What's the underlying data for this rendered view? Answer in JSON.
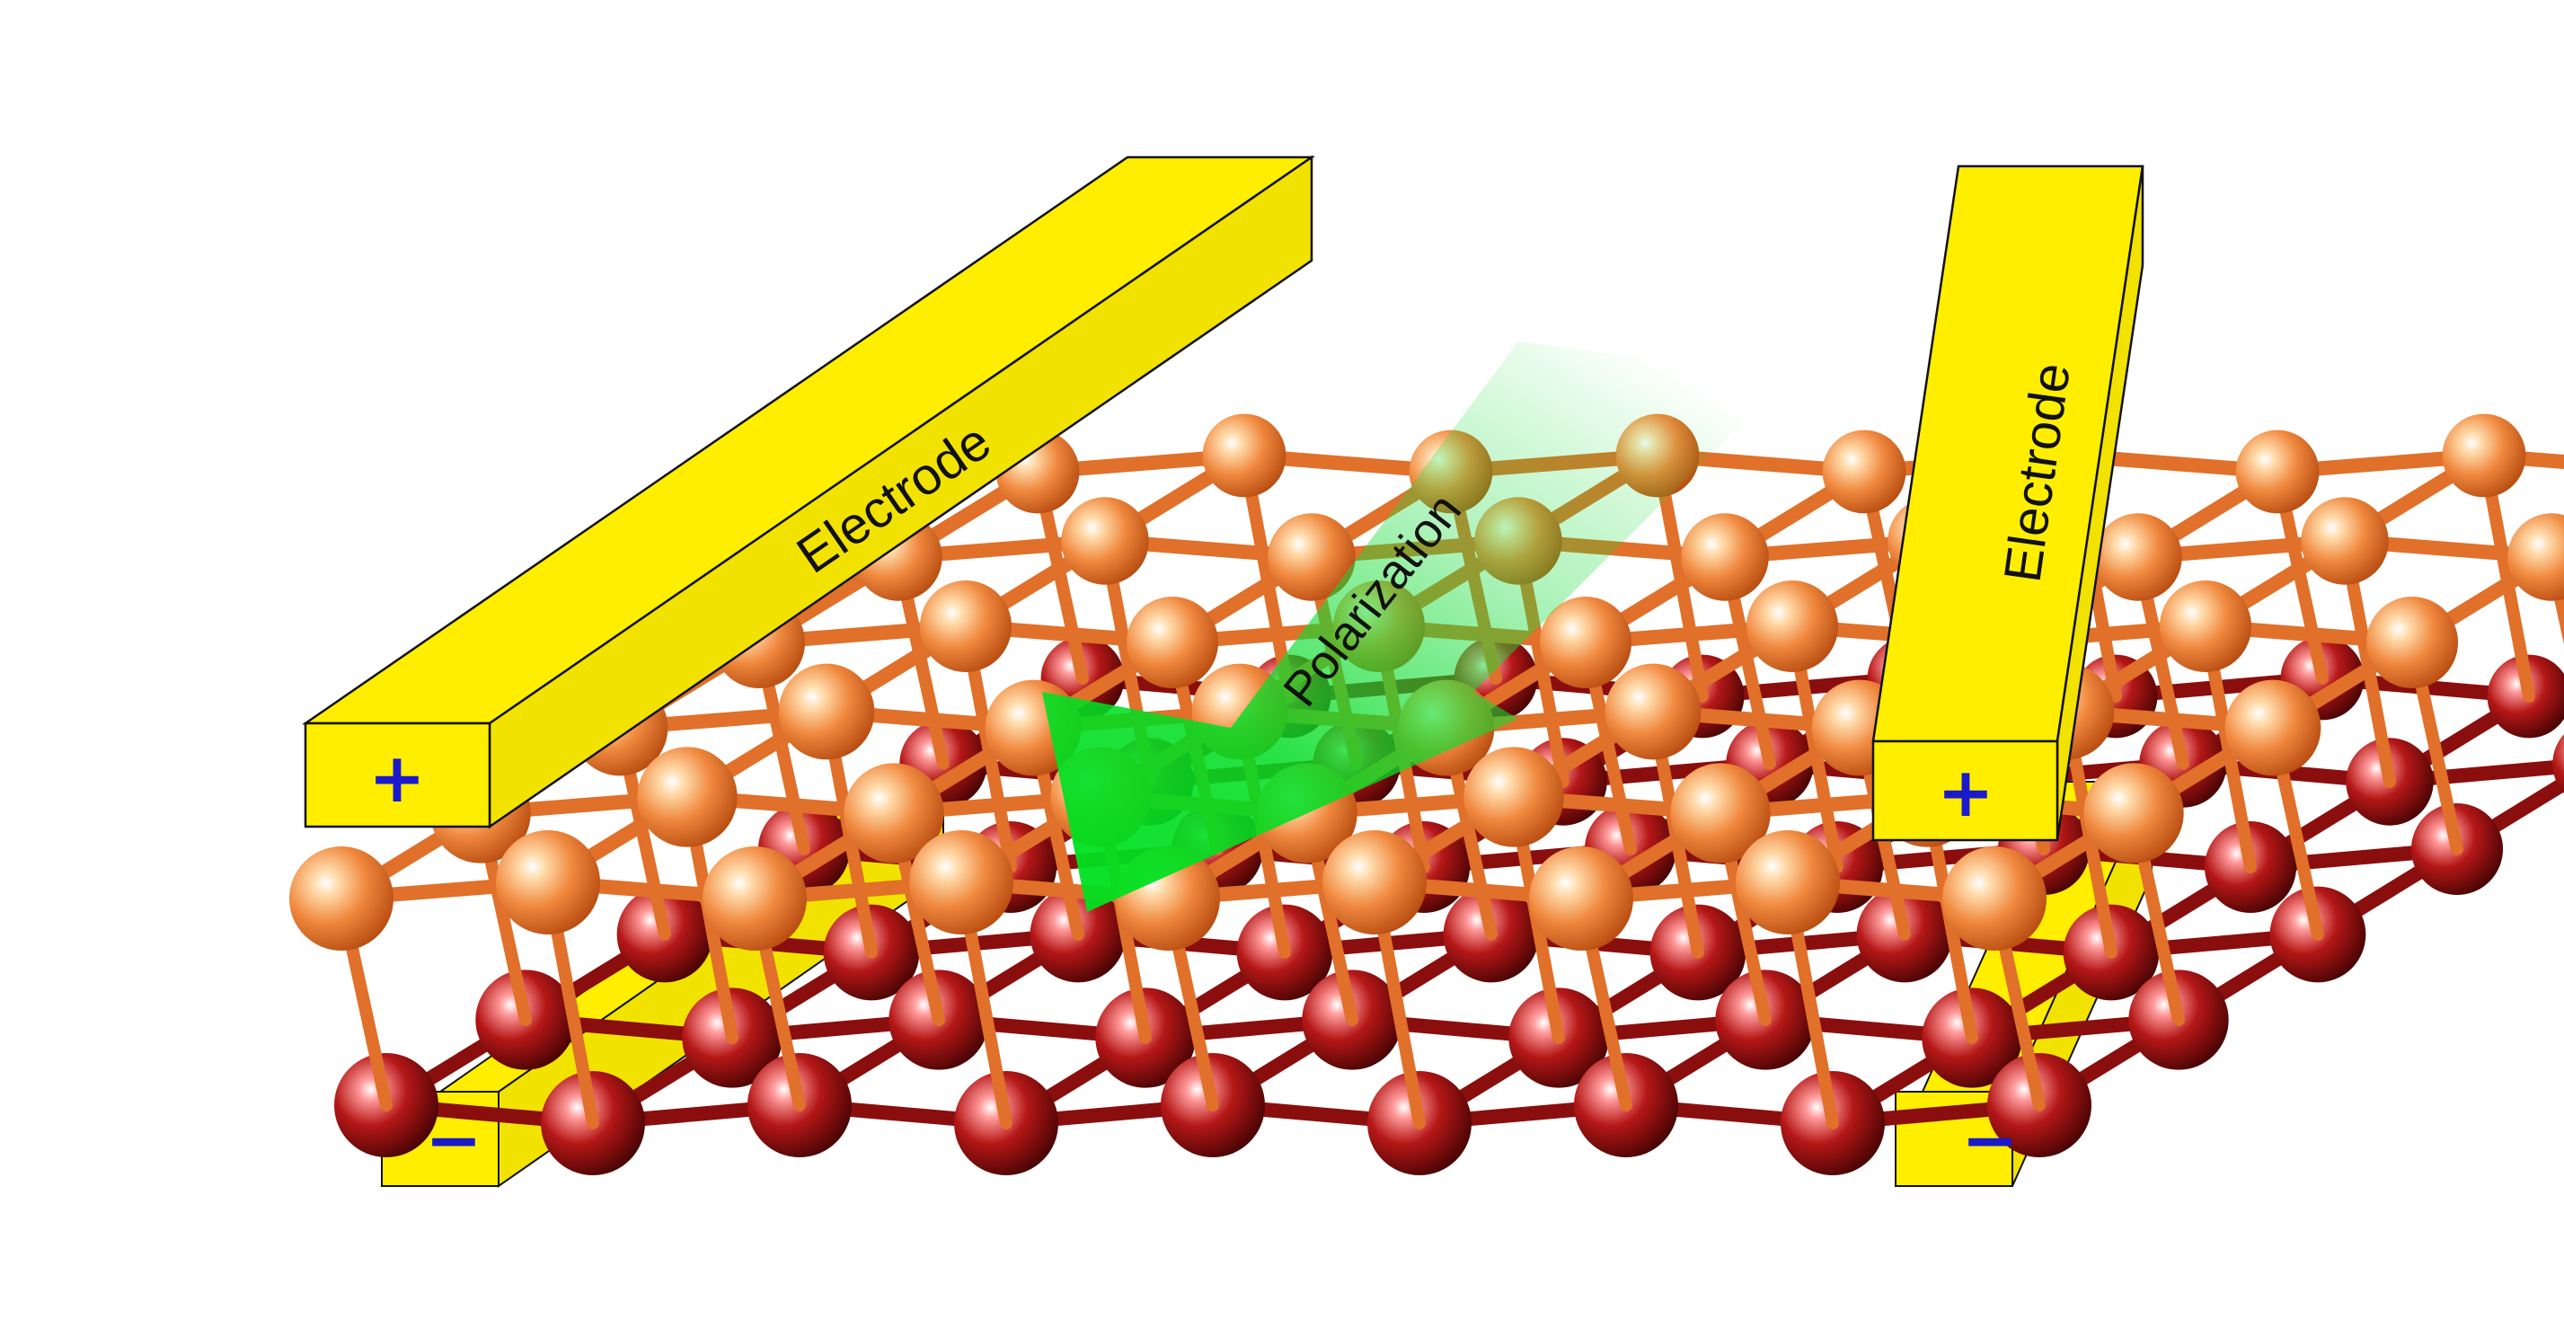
{
  "labels": {
    "electrode_left": "Electrode",
    "electrode_right": "Electrode",
    "polarization": "Polarization",
    "plus_left": "+",
    "plus_right": "+",
    "minus_left": "−",
    "minus_right": "−"
  },
  "colors": {
    "electrode_face": "#ffee00",
    "electrode_side": "#f5e600",
    "electrode_edge": "#111111",
    "sign_color": "#1a1acc",
    "atom_top": "#f08040",
    "atom_bottom": "#9e1010",
    "bond_top": "#e0702a",
    "bond_bottom": "#8a0e0e",
    "arrow": "#00dd22"
  },
  "lattice": {
    "rows": 6,
    "cols": 9
  }
}
